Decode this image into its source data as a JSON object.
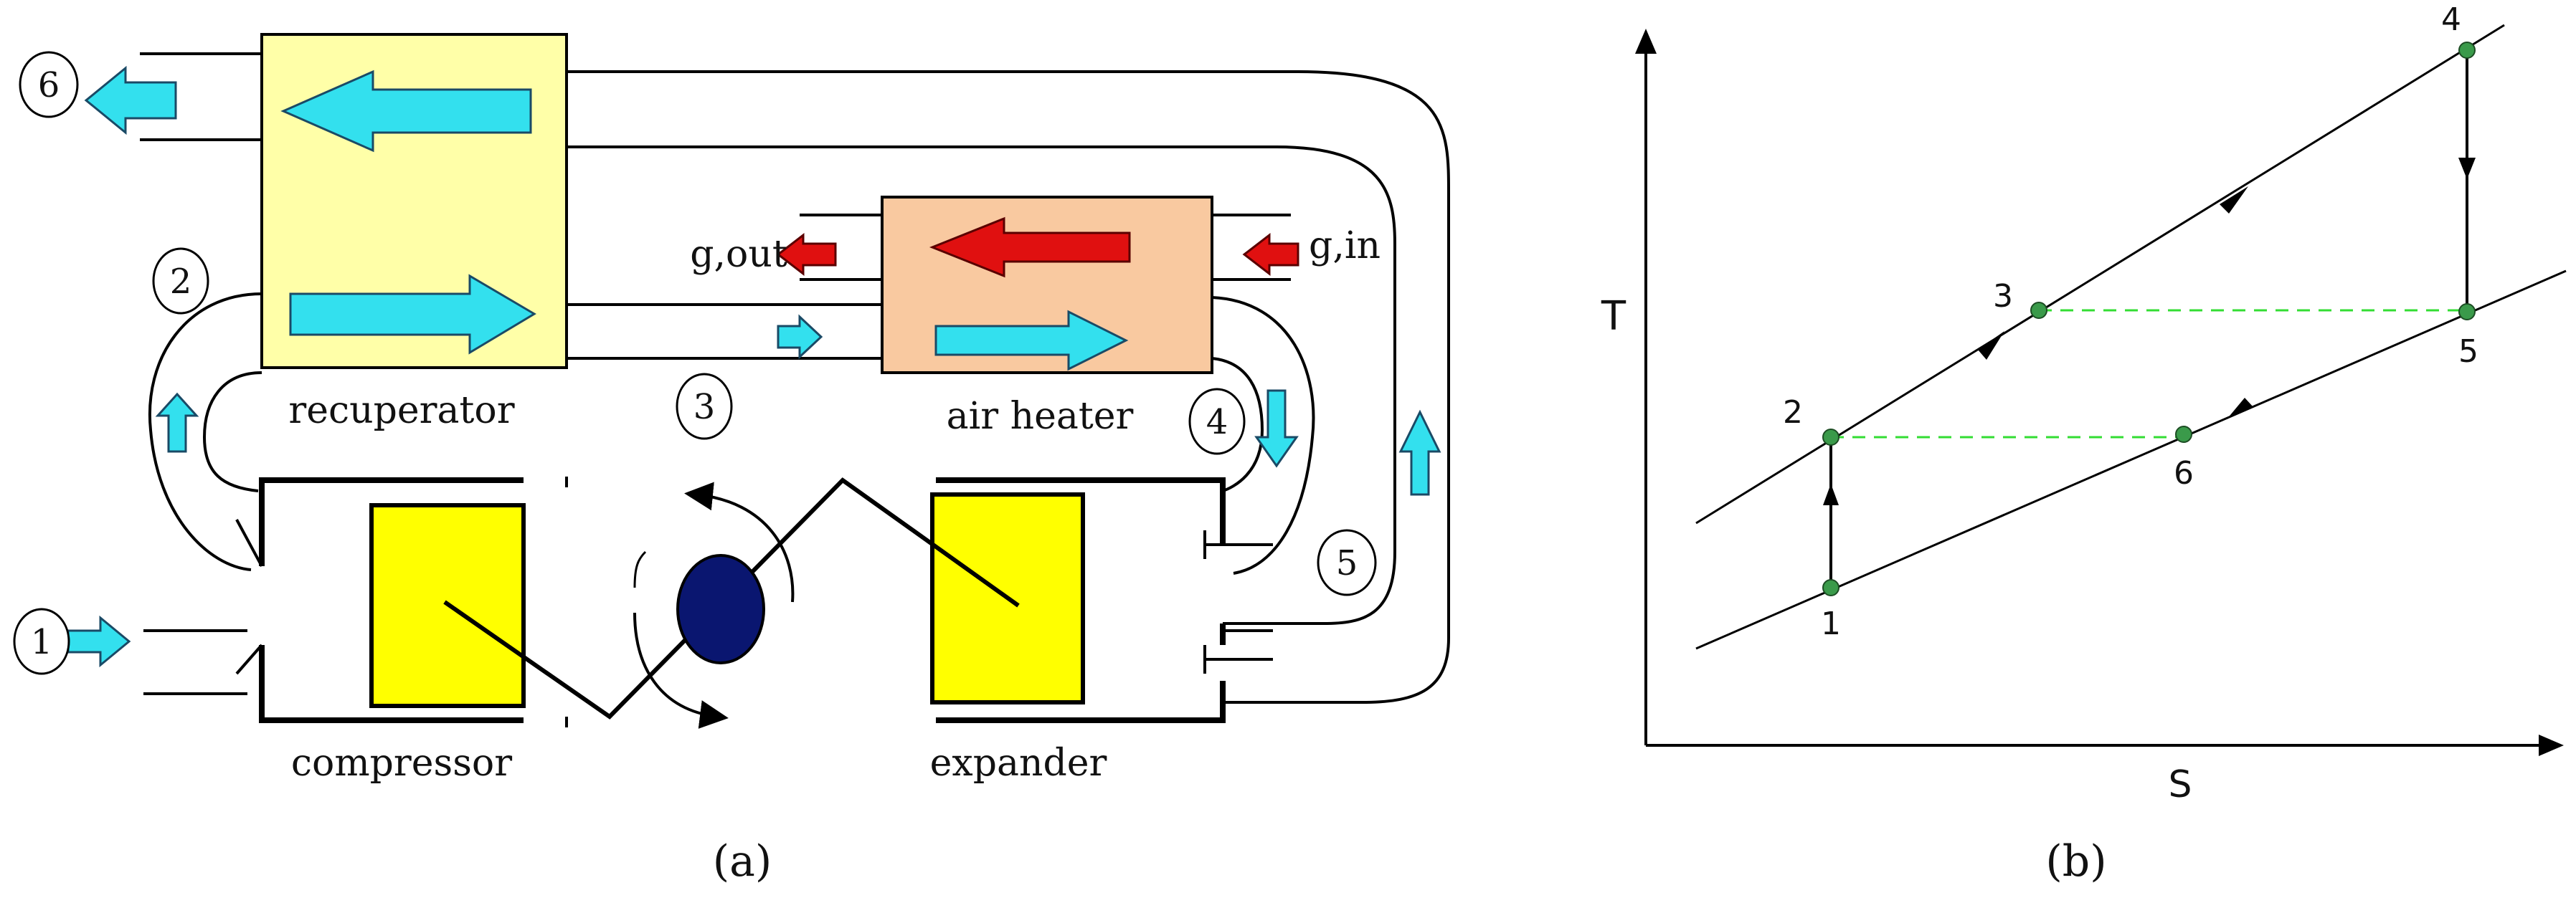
{
  "panel_a": {
    "caption": "(a)",
    "components": {
      "recuperator": "recuperator",
      "air_heater": "air heater",
      "compressor": "compressor",
      "expander": "expander"
    },
    "gas_labels": {
      "gas_out": "g,out",
      "gas_in": "g,in"
    },
    "state_points": [
      "1",
      "2",
      "3",
      "4",
      "5",
      "6"
    ],
    "colors": {
      "cyan_arrow": "#33e0ee",
      "red_arrow": "#e01010",
      "recuperator_fill": "#ffffa8",
      "air_heater_fill": "#f9c9a0",
      "piston_fill": "#ffff00",
      "flywheel_fill": "#0a1670"
    }
  },
  "panel_b": {
    "caption": "(b)",
    "y_axis_label": "T",
    "x_axis_label": "S",
    "points": [
      "1",
      "2",
      "3",
      "4",
      "5",
      "6"
    ],
    "colors": {
      "point_fill": "#3a9a4a",
      "dashed_line": "#33dd33"
    }
  }
}
